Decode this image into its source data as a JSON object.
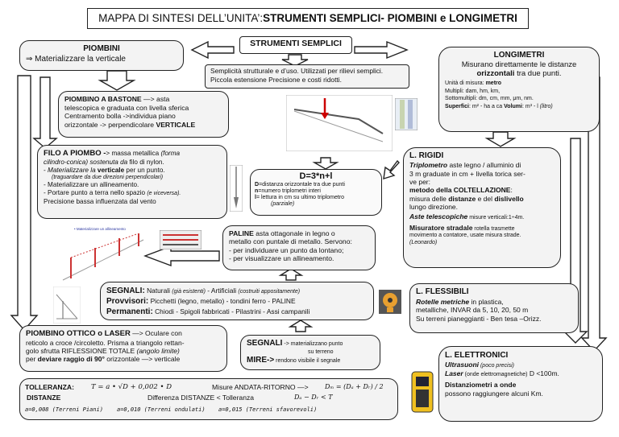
{
  "title": {
    "prefix": "MAPPA DI SINTESI DELL’UNITA’:",
    "main": "STRUMENTI SEMPLICI- PIOMBINI e LONGIMETRI"
  },
  "strumenti": {
    "heading": "STRUMENTI SEMPLICI",
    "text": "Semplicità strutturale e d’uso. Utilizzati per rilievi semplici. Piccola estensione Precisione e costi ridotti."
  },
  "piombini": {
    "heading": "PIOMBINI",
    "text": "⇒ Materializzare la verticale"
  },
  "bastone": {
    "heading": "PIOMBINO A BASTONE",
    "l1": " —> asta",
    "l2": "telescopica e graduata con livella sferica",
    "l3": "Centramento  bolla ->individua piano",
    "l4": "orizzontale -> perpendicolare ",
    "l4b": "VERTICALE"
  },
  "filo": {
    "heading": "FILO A PIOMBO -",
    "l1a": "> massa metallica ",
    "l1b": "(forma",
    "l2": "cilindro-conica) sostenuta da",
    "l2b": " filo di nylon.",
    "l3a": "- ",
    "l3b": "Materializzare la ",
    "l3c": "verticale",
    "l3d": " per un punto.",
    "l4": "(traguardare da  due direzioni perpendicolari)",
    "l5": "- Materializzare un allineamento.",
    "l6a": "- Portare punto a terra nello spazio ",
    "l6b": "(e viceversa).",
    "l7": "Precisione bassa influenzata dal vento"
  },
  "formula": {
    "heading": "D=3*n+l",
    "l1a": "D",
    "l1b": "=distanza orizzontale tra due punti",
    "l2a": "n",
    "l2b": "=numero triplometri interi",
    "l3a": " l",
    "l3b": "= lettura in cm su ultimo triplometro",
    "l4": "(parziale)"
  },
  "longimetri": {
    "heading": "LONGIMETRI",
    "l1": "Misurano direttamente le distanze",
    "l2a": "orizzontali",
    "l2b": " tra due punti.",
    "l3a": "Unità di misura: ",
    "l3b": "metro",
    "l4": "Multipli: dam, hm, km,",
    "l5": "Sottomultipli: dm, cm, mm, μm, nm.",
    "l6a": "Superfici",
    "l6b": ": m² - ha a ca ",
    "l6c": "Volumi",
    "l6d": ": m³ - l ",
    "l6e": "(litro)"
  },
  "rigidi": {
    "heading": "L. RIGIDI",
    "l1a": "Triplometro",
    "l1b": " aste legno / alluminio di",
    "l2": "3 m graduate in cm + livella torica ser-",
    "l3": "ve per:",
    "l4": "metodo della COLTELLAZIONE",
    "l4b": ":",
    "l5a": "misura delle ",
    "l5b": "distanze",
    "l5c": " e del ",
    "l5d": "dislivello",
    "l6": "lungo direzione.",
    "l7a": "Aste telescopiche",
    "l7b": " misure verticali:1÷4m.",
    "l8a": "Misuratore stradale",
    "l8b": " rotella trasmette",
    "l9": "movimento a contatore, usate misura strade.",
    "l10": "(Leonardo)"
  },
  "paline": {
    "heading": "PALINE",
    "l1": "  asta ottagonale in  legno o",
    "l2": "metallo con puntale di metallo. Servono:",
    "l3": "- per individuare un punto da lontano;",
    "l4": "- per visualizzare un allineamento."
  },
  "segnali1": {
    "h1": "SEGNALI:",
    "t1a": " Naturali ",
    "t1b": "(già esistenti)",
    "t1c": " - Artificiali ",
    "t1d": "(costruiti appositamente)",
    "h2": "Provvisori:",
    "t2": " Picchetti (legno, metallo) -  tondini ferro - PALINE",
    "h3": "Permanenti:",
    "t3": " Chiodi - Spigoli fabbricati - Pilastrini - Assi campanili"
  },
  "flessibili": {
    "heading": "L. FLESSIBILI",
    "l1a": "Rotelle metriche",
    "l1b": " in plastica,",
    "l2": "metalliche, INVAR da 5, 10, 20, 50 m",
    "l3": "Su terreni pianeggianti - Ben tesa –Orizz."
  },
  "ottico": {
    "heading": "PIOMBINO OTTICO o LASER",
    "l1": " —> Oculare con",
    "l2": "reticolo a croce /circoletto. Prisma a triangolo rettan-",
    "l3a": "golo sfrutta RIFLESSIONE TOTALE ",
    "l3b": "(angolo limite)",
    "l4a": "per ",
    "l4b": "deviare raggio di 90°",
    "l4c": "  orizzontale —> verticale"
  },
  "segnali2": {
    "h1": "SEGNALI",
    "t1": " -> materializzano punto",
    "t1b": "su terreno",
    "h2": "MIRE->",
    "t2": " rendono visibile il segnale"
  },
  "elettronici": {
    "heading": "L. ELETTRONICI",
    "l1a": "Ultrasuoni",
    "l1b": " (poco precisi)",
    "l2a": "Laser",
    "l2b": " (onde elettromagnetiche)",
    "l2c": " D <100m.",
    "l3": "Distanziometri a onde",
    "l4": "possono raggiungere alcuni Km."
  },
  "tolleranze": {
    "h1": "TOLLERANZA:",
    "formula1": "T = a • √D + 0,002 • D",
    "misure": "Misure ANDATA-RITORNO —>",
    "dm": "Dₘ = (Dₐ + Dᵣ) / 2",
    "h2": "DISTANZE",
    "diff": "Differenza DISTANZE < Tolleranza",
    "diff2": "Dₐ − Dᵣ < T",
    "a1": "a=0,008 (Terreni Piani)",
    "a2": "a=0,010 (Terreni ondulati)",
    "a3": "a=0,015 (Terreni sfavorevoli)"
  },
  "images": {
    "allineamento": "• Materializzare un allineamento"
  }
}
